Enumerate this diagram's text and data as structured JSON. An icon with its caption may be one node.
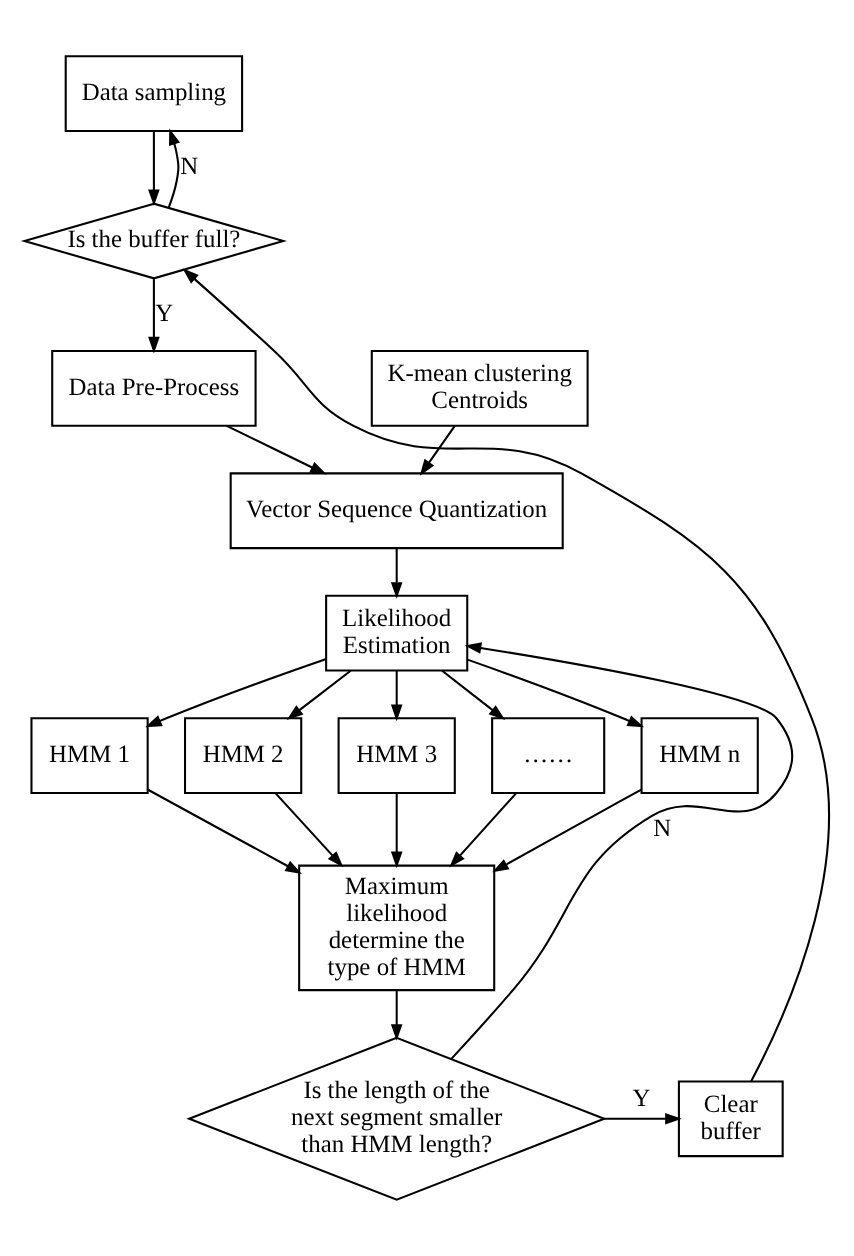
{
  "diagram": {
    "nodes": [
      {
        "text": [
          "Data sampling"
        ]
      },
      {
        "text": [
          "Is the buffer full?"
        ]
      },
      {
        "text": [
          "Data Pre-Process"
        ]
      },
      {
        "text": [
          "K-mean clustering Centroids"
        ]
      },
      {
        "text": [
          "Vector Sequence Quantization"
        ]
      },
      {
        "text": [
          "Likelihood Estimation"
        ]
      },
      {
        "text": [
          "HMM 1"
        ]
      },
      {
        "text": [
          "HMM 2"
        ]
      },
      {
        "text": [
          "HMM 3"
        ]
      },
      {
        "text": [
          "……"
        ]
      },
      {
        "text": [
          "HMM n"
        ]
      },
      {
        "text": [
          "Maximum likelihood determine the type of HMM"
        ]
      },
      {
        "text": [
          "Is the length of the next segment smaller than HMM length?"
        ]
      },
      {
        "text": [
          "Clear buffer"
        ]
      }
    ],
    "edges": [
      {
        "from": 0,
        "to": 1,
        "arrow": "to"
      },
      {
        "from": 1,
        "to": 0,
        "arrow": "to",
        "label": "N"
      },
      {
        "from": 1,
        "to": 2,
        "arrow": "to",
        "label": "Y"
      },
      {
        "from": 2,
        "to": 4,
        "arrow": "to"
      },
      {
        "from": 3,
        "to": 4,
        "arrow": "to"
      },
      {
        "from": 4,
        "to": 5,
        "arrow": "to"
      },
      {
        "from": 5,
        "to": 6,
        "arrow": "to"
      },
      {
        "from": 5,
        "to": 7,
        "arrow": "to"
      },
      {
        "from": 5,
        "to": 8,
        "arrow": "to"
      },
      {
        "from": 5,
        "to": 9,
        "arrow": "to"
      },
      {
        "from": 5,
        "to": 10,
        "arrow": "to"
      },
      {
        "from": 6,
        "to": 11,
        "arrow": "to"
      },
      {
        "from": 7,
        "to": 11,
        "arrow": "to"
      },
      {
        "from": 8,
        "to": 11,
        "arrow": "to"
      },
      {
        "from": 9,
        "to": 11,
        "arrow": "to"
      },
      {
        "from": 10,
        "to": 11,
        "arrow": "to"
      },
      {
        "from": 11,
        "to": 12,
        "arrow": "to"
      },
      {
        "from": 12,
        "to": 5,
        "arrow": "to",
        "label": "N"
      },
      {
        "from": 12,
        "to": 13,
        "arrow": "to",
        "label": "Y"
      },
      {
        "from": 13,
        "to": 1,
        "arrow": "to"
      }
    ]
  }
}
